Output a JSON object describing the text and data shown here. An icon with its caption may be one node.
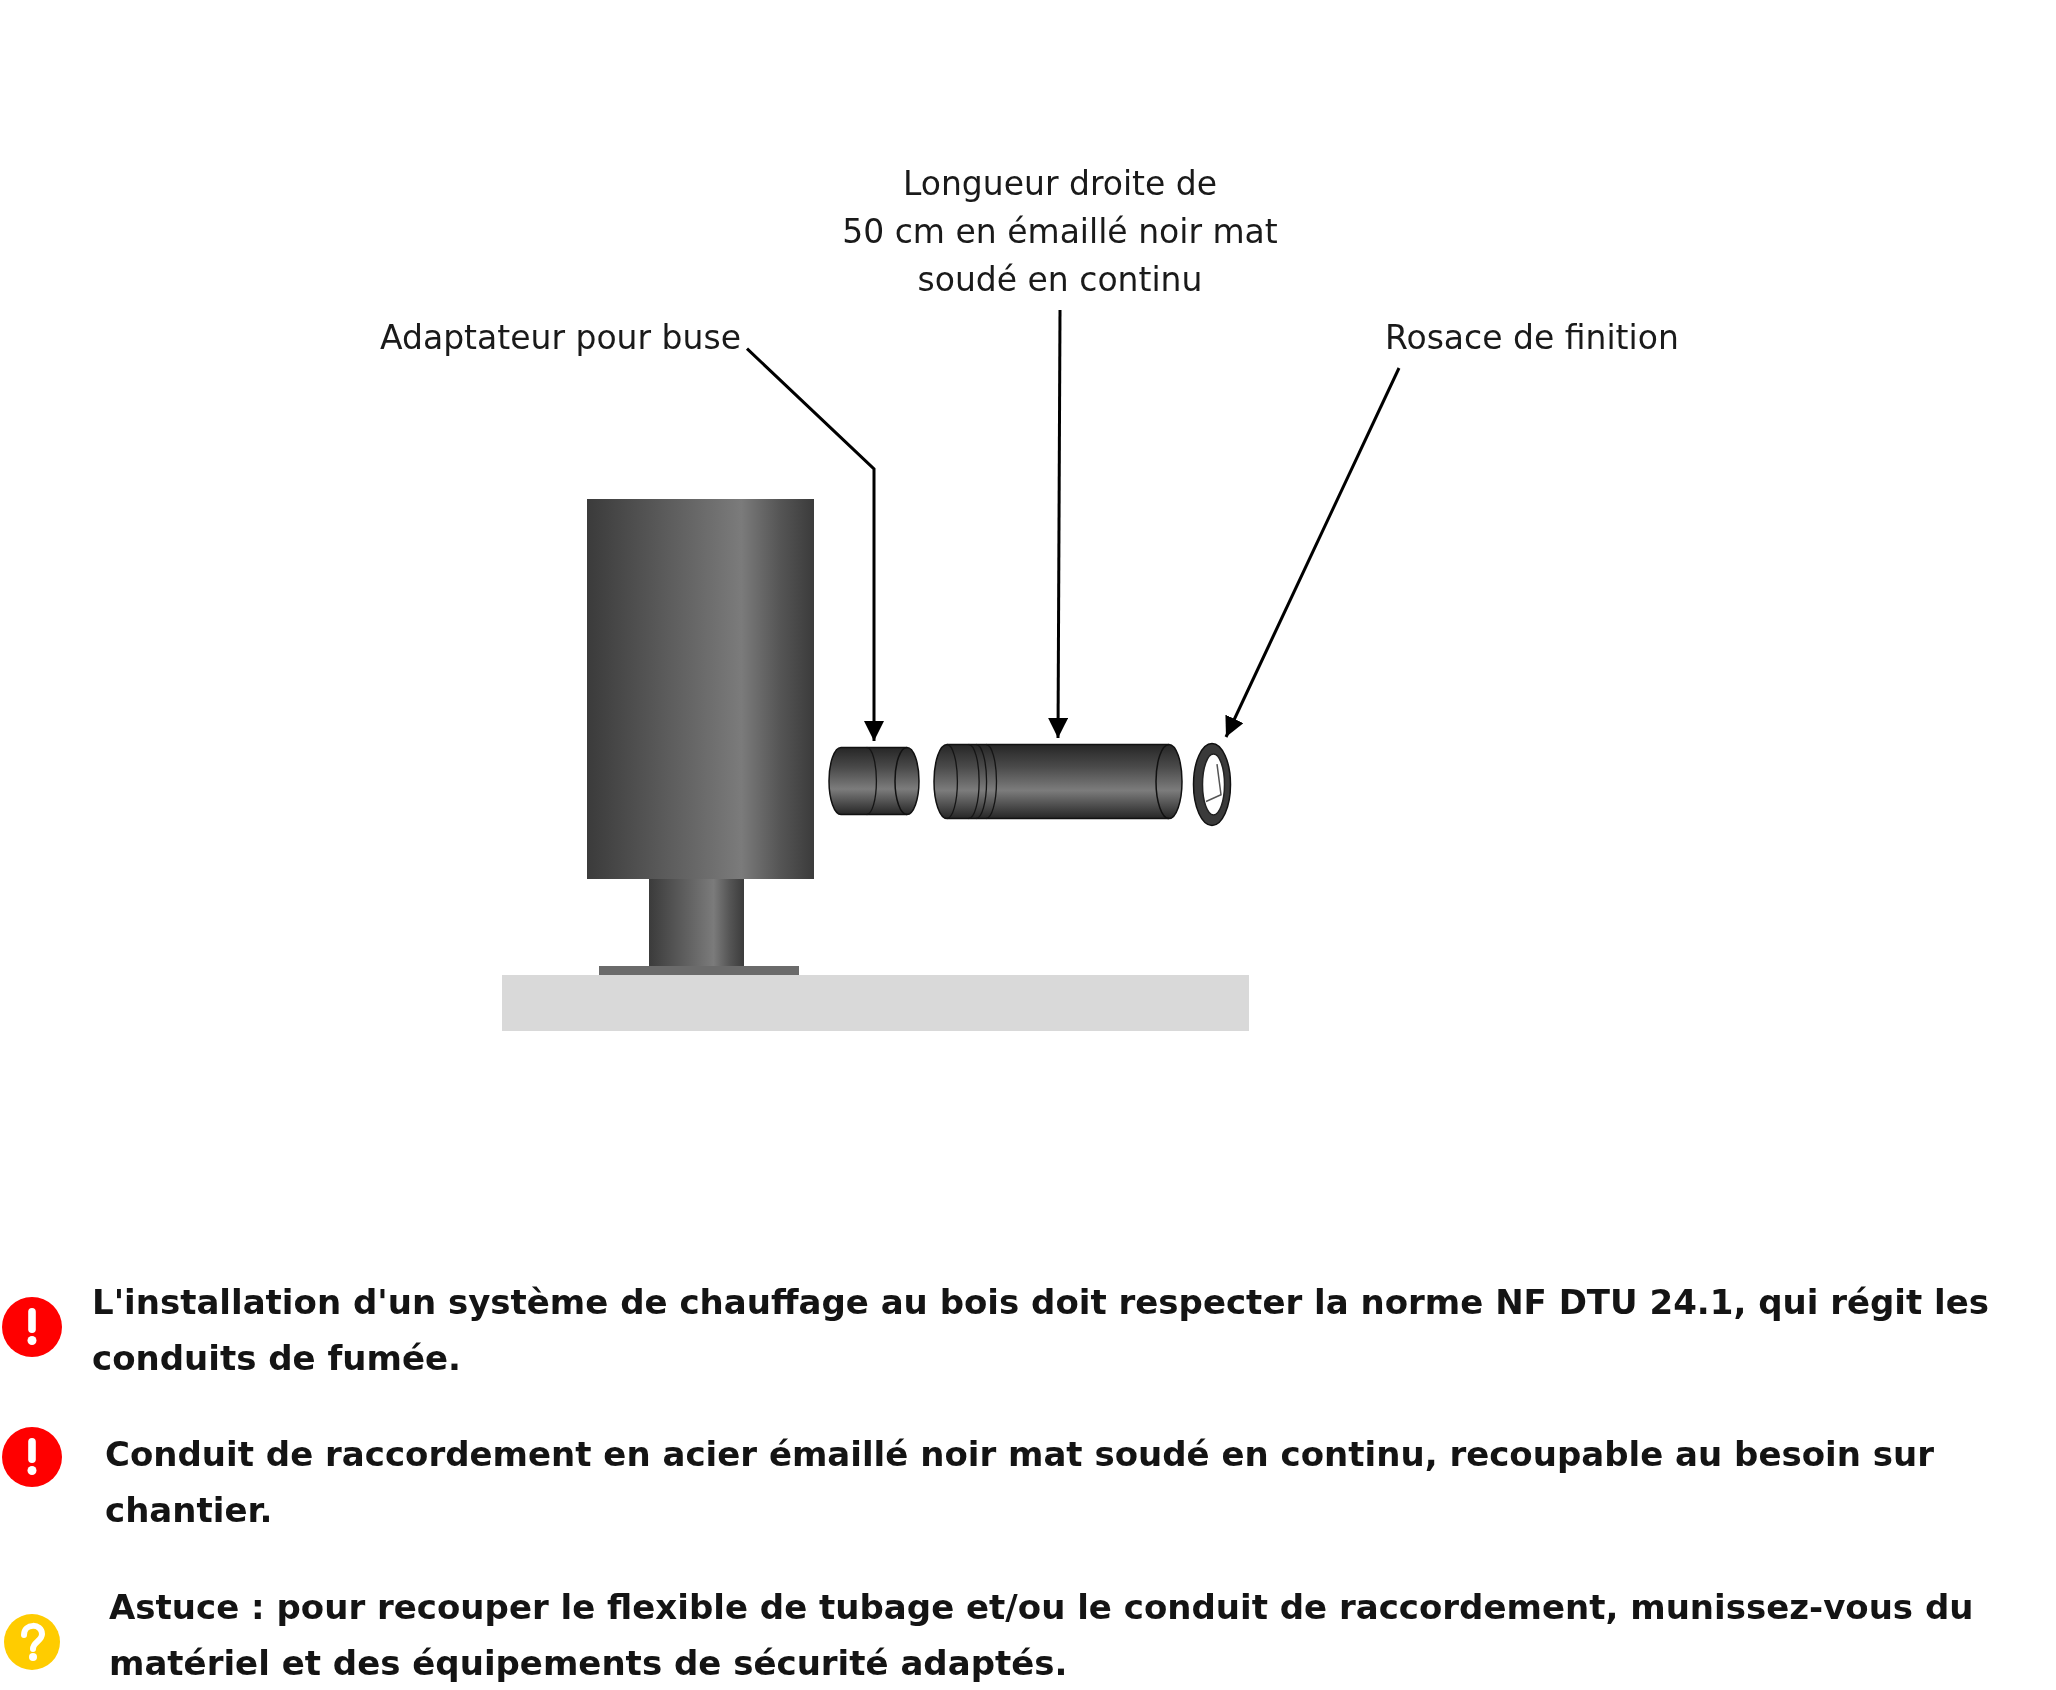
{
  "diagram": {
    "nodes": [
      {
        "text": [
          "Adaptateur pour buse"
        ]
      },
      {
        "text": [
          "Longueur droite de 50 cm en émaillé noir mat soudé en continu"
        ]
      },
      {
        "text": [
          "Rosace de finition"
        ]
      },
      {
        "text": [],
        "shape": "cylinder"
      },
      {
        "text": [],
        "shape": "cylinder"
      },
      {
        "text": [],
        "shape": "ring"
      }
    ],
    "edges": [
      {
        "from": 0,
        "to": 3,
        "arrow": "to"
      },
      {
        "from": 1,
        "to": 4,
        "arrow": "to"
      },
      {
        "from": 2,
        "to": 5,
        "arrow": "to"
      }
    ],
    "labels": [
      "L'installation d'un système de chauffage au bois doit respecter la norme NF DTU 24.1, qui régit les conduits de fumée.",
      "Conduit de raccordement en acier émaillé noir mat soudé en continu, recoupable au besoin sur chantier.",
      "Astuce : pour recouper le flexible de tubage et/ou le conduit de raccordement, munissez-vous du matériel et des équipements de sécurité adaptés."
    ]
  }
}
